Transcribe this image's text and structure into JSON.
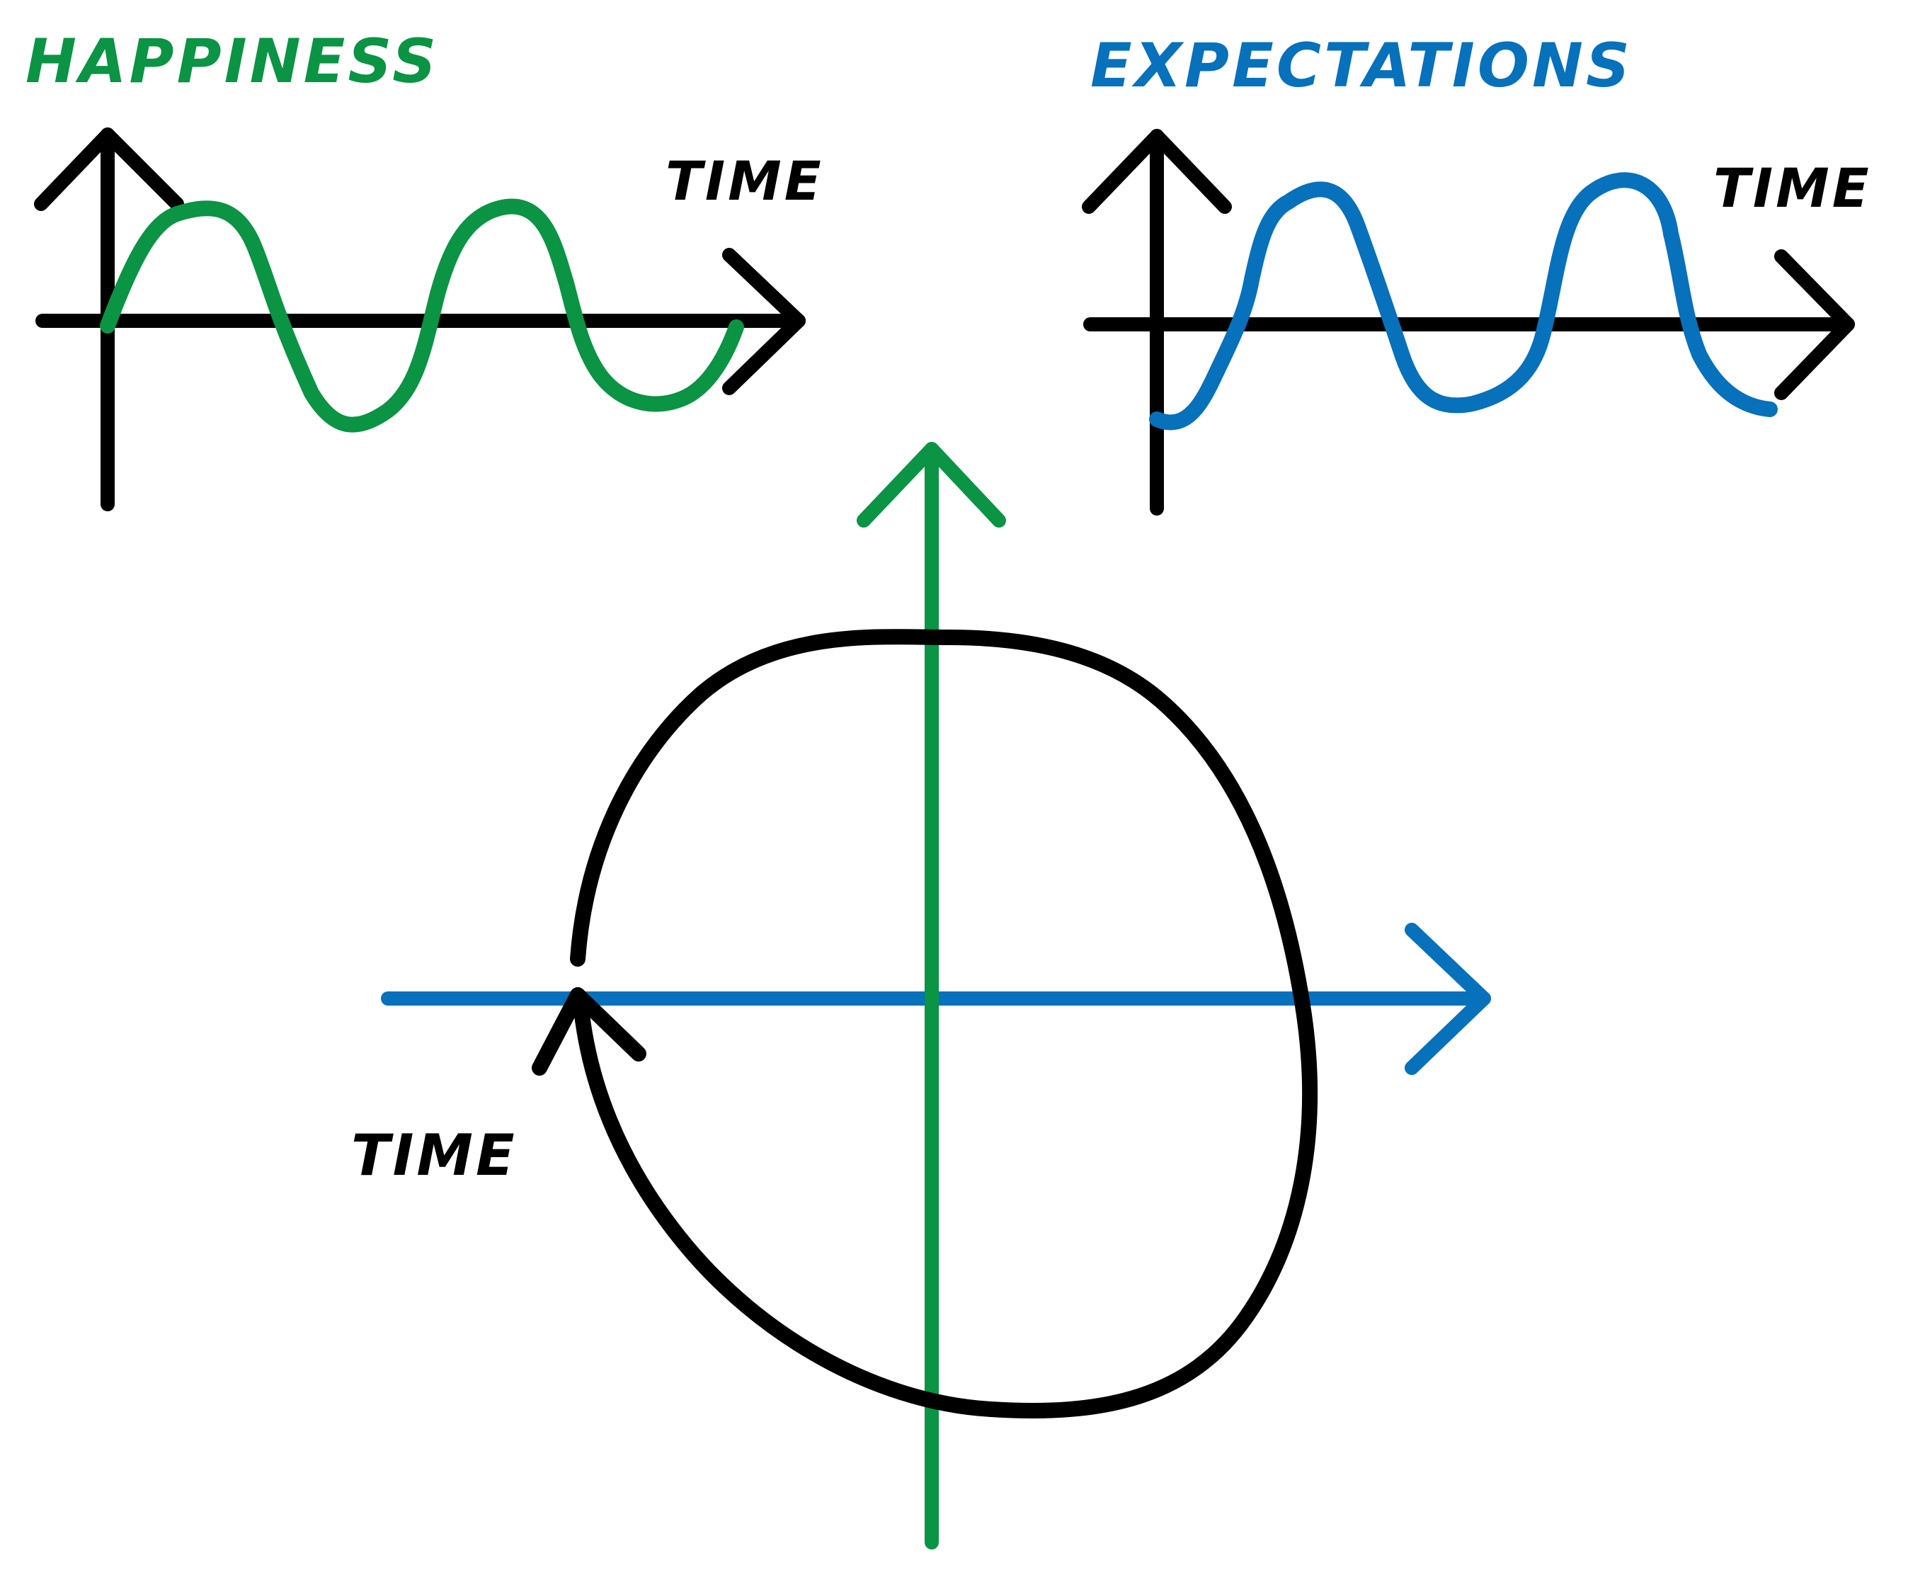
{
  "colors": {
    "ink": "#000000",
    "happiness": "#0a9444",
    "expectations": "#0771bb"
  },
  "titles": {
    "happiness": "HAPPINESS",
    "expectations": "EXPECTATIONS"
  },
  "axis_labels": {
    "time_1": "TIME",
    "time_2": "TIME",
    "time_3": "TIME"
  },
  "icons": [
    "arrowhead-icon",
    "cycle-arrow-icon"
  ]
}
